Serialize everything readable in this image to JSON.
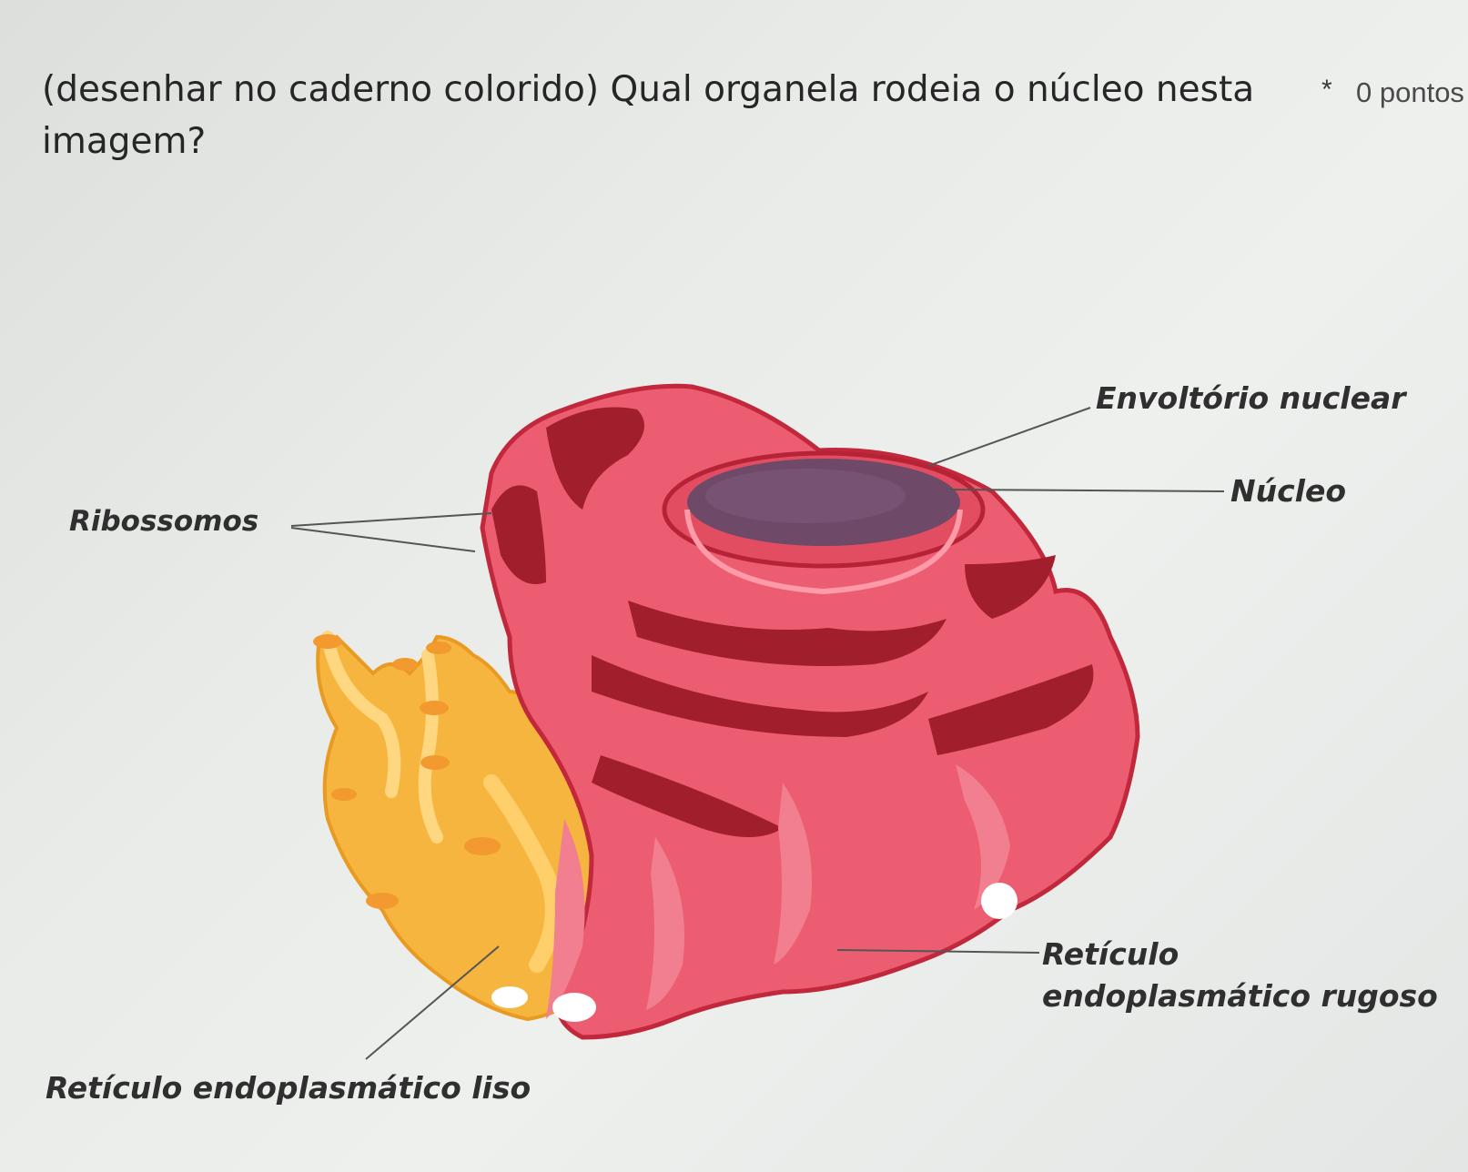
{
  "question": {
    "title": "(desenhar no caderno colorido) Qual organela rodeia o núcleo nesta imagem?",
    "required_marker": "*",
    "points": "0 pontos"
  },
  "figure": {
    "labels": {
      "nuclear_envelope": "Envoltório nuclear",
      "nucleus": "Núcleo",
      "ribosomes": "Ribossomos",
      "rough_er_line1": "Retículo",
      "rough_er_line2": "endoplasmático rugoso",
      "smooth_er": "Retículo endoplasmático liso"
    },
    "colors": {
      "nucleus": "#6f4a68",
      "rough_er": "#e64a5e",
      "rough_er_dark": "#a11e2d",
      "smooth_er": "#f4b23c"
    }
  }
}
